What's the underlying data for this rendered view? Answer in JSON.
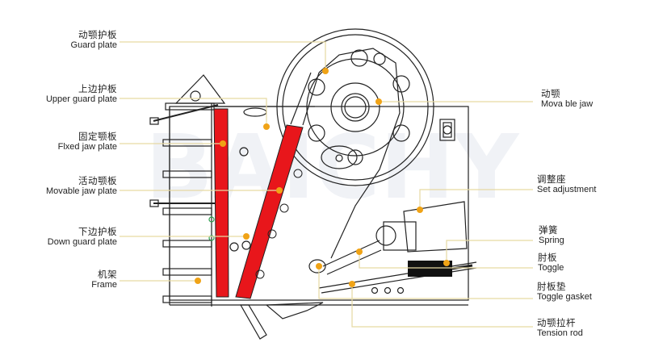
{
  "diagram": {
    "subject": "Jaw crusher structure",
    "watermark": "BAICHY",
    "colors": {
      "leader_line": "#e6d9a2",
      "marker_dot": "#f0a316",
      "jaw_plate": "#e8161b",
      "outline": "#222222",
      "watermark": "#e4e8f0"
    },
    "labels_left": [
      {
        "zh": "动颚护板",
        "en": "Guard plate"
      },
      {
        "zh": "上边护板",
        "en": "Upper guard plate"
      },
      {
        "zh": "固定颚板",
        "en": "Flxed jaw plate"
      },
      {
        "zh": "活动颚板",
        "en": "Movable jaw plate"
      },
      {
        "zh": "下边护板",
        "en": "Down guard plate"
      },
      {
        "zh": "机架",
        "en": "Frame"
      }
    ],
    "labels_right": [
      {
        "zh": "动颚",
        "en": "Mova ble jaw"
      },
      {
        "zh": "调整座",
        "en": "Set adjustment"
      },
      {
        "zh": "弹簧",
        "en": "Spring"
      },
      {
        "zh": "肘板",
        "en": "Toggle"
      },
      {
        "zh": "肘板垫",
        "en": "Toggle gasket"
      },
      {
        "zh": "动颚拉杆",
        "en": "Tension rod"
      }
    ]
  }
}
